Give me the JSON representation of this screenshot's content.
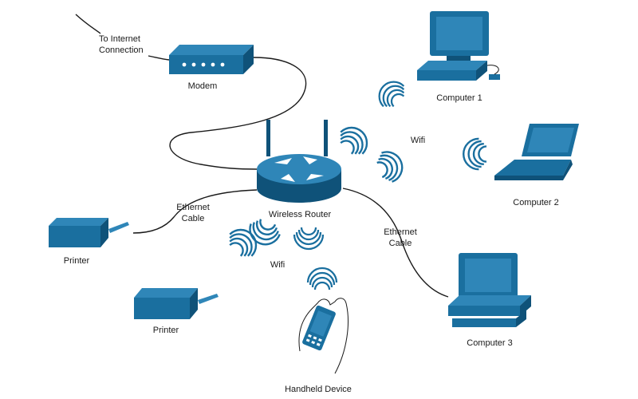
{
  "colors": {
    "device": "#1a6f9f",
    "device_dark": "#0f5279",
    "device_light": "#2f86b8",
    "line": "#1a1a1a",
    "background": "#ffffff"
  },
  "labels": {
    "internet": [
      "To Internet",
      "Connection"
    ],
    "modem": "Modem",
    "router": "Wireless Router",
    "computer1": "Computer 1",
    "computer2": "Computer 2",
    "computer3": "Computer 3",
    "printer1": "Printer",
    "printer2": "Printer",
    "handheld": "Handheld Device",
    "wifi_upper": "Wifi",
    "wifi_lower": "Wifi",
    "ethernet_left": [
      "Ethernet",
      "Cable"
    ],
    "ethernet_right": [
      "Ethernet",
      "Cable"
    ]
  },
  "icons": [
    "modem-icon",
    "wireless-router-icon",
    "desktop-computer-icon",
    "laptop-icon",
    "printer-icon",
    "handheld-device-icon",
    "wifi-signal-icon"
  ]
}
